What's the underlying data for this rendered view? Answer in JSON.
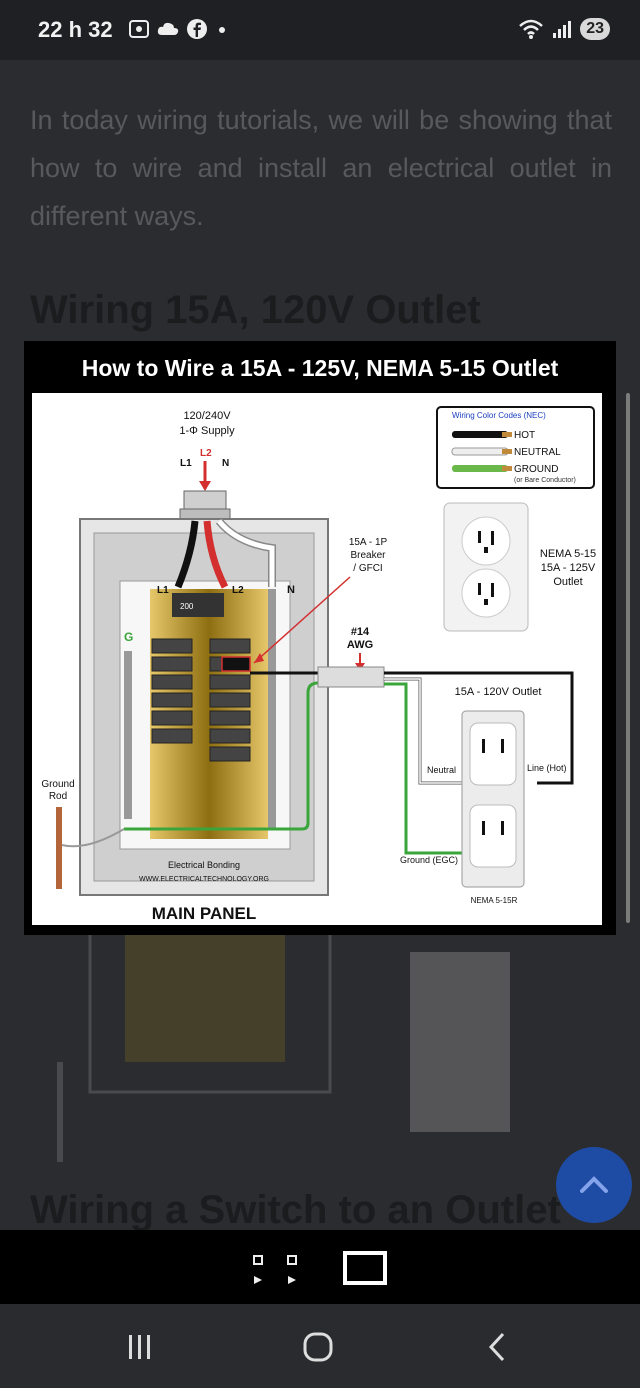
{
  "status": {
    "time": "22 h 32",
    "battery": "23"
  },
  "article": {
    "intro": "In today wiring tutorials, we will be showing that how to wire and install an electrical outlet in different ways.",
    "heading1": "Wiring 15A, 120V Outlet",
    "heading2": "Wiring a Switch to an Outlet"
  },
  "figure": {
    "title": "How to Wire a 15A - 125V, NEMA 5-15 Outlet",
    "supply_line1": "120/240V",
    "supply_line2": "1-Φ Supply",
    "l1": "L1",
    "l2": "L2",
    "n": "N",
    "legend_title": "Wiring Color Codes (NEC)",
    "legend_hot": "HOT",
    "legend_neutral": "NEUTRAL",
    "legend_ground": "GROUND",
    "legend_ground_note": "(or Bare Conductor)",
    "breaker_line1": "15A - 1P",
    "breaker_line2": "Breaker",
    "breaker_line3": "/ GFCI",
    "nema_line1": "NEMA 5-15",
    "nema_line2": "15A - 125V",
    "nema_line3": "Outlet",
    "awg_line1": "#14",
    "awg_line2": "AWG",
    "outlet_title": "15A - 120V Outlet",
    "neutral_label": "Neutral",
    "line_hot_label": "Line (Hot)",
    "ground_egc": "Ground (EGC)",
    "ground_rod_1": "Ground",
    "ground_rod_2": "Rod",
    "bonding": "Electrical Bonding",
    "website": "WWW.ELECTRICALTECHNOLOGY.ORG",
    "main_panel": "MAIN PANEL",
    "nema_15r": "NEMA 5-15R",
    "g_label": "G",
    "main_breaker": "200"
  },
  "colors": {
    "background": "#2b2c30",
    "fab": "#1d4fb0",
    "hot": "#d32f2f",
    "neutral": "#ffffff",
    "ground": "#3aa53a",
    "busbar": "#d9a91a"
  },
  "icons": {
    "nav_recents": "recents-icon",
    "nav_home": "home-icon",
    "nav_back": "back-icon",
    "fab": "chevron-up-icon"
  }
}
